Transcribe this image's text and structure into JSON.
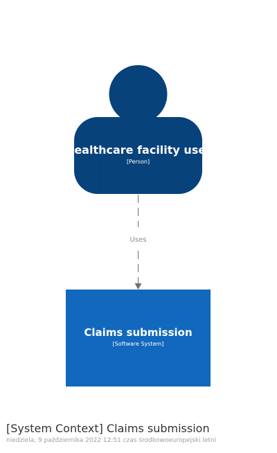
{
  "diagram": {
    "person": {
      "name": "Healthcare facility user",
      "type": "[Person]",
      "color": "#08427b"
    },
    "relationship": {
      "label": "Uses",
      "line_color": "#707070"
    },
    "software_system": {
      "name": "Claims submission",
      "type": "[Software System]",
      "color": "#1168bd"
    }
  },
  "footer": {
    "title": "[System Context] Claims submission",
    "subtitle": "niedziela, 9 października 2022 12:51 czas środkowoeuropejski letni"
  }
}
